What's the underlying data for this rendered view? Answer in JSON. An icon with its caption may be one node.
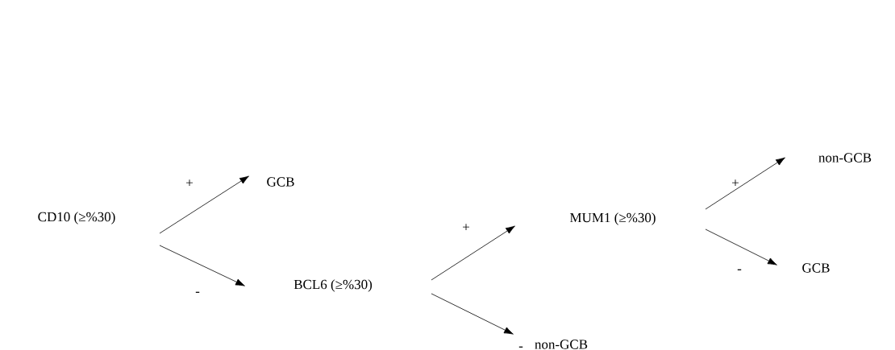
{
  "diagram": {
    "nodes": [
      {
        "text": [
          "CD10 (≥%30)"
        ]
      },
      {
        "text": [
          "GCB"
        ]
      },
      {
        "text": [
          "BCL6 (≥%30)"
        ]
      },
      {
        "text": [
          "MUM1 (≥%30)"
        ]
      },
      {
        "text": [
          "non-GCB"
        ]
      },
      {
        "text": [
          "GCB"
        ]
      },
      {
        "text": [
          "non-GCB"
        ]
      }
    ],
    "edges": [
      {
        "from": 0,
        "to": 1,
        "arrow": "to",
        "label": "+"
      },
      {
        "from": 0,
        "to": 2,
        "arrow": "to",
        "label": "-"
      },
      {
        "from": 2,
        "to": 3,
        "arrow": "to",
        "label": "+"
      },
      {
        "from": 2,
        "to": 6,
        "arrow": "to",
        "label": "-"
      },
      {
        "from": 3,
        "to": 4,
        "arrow": "to",
        "label": "+"
      },
      {
        "from": 3,
        "to": 5,
        "arrow": "to",
        "label": "-"
      }
    ]
  }
}
